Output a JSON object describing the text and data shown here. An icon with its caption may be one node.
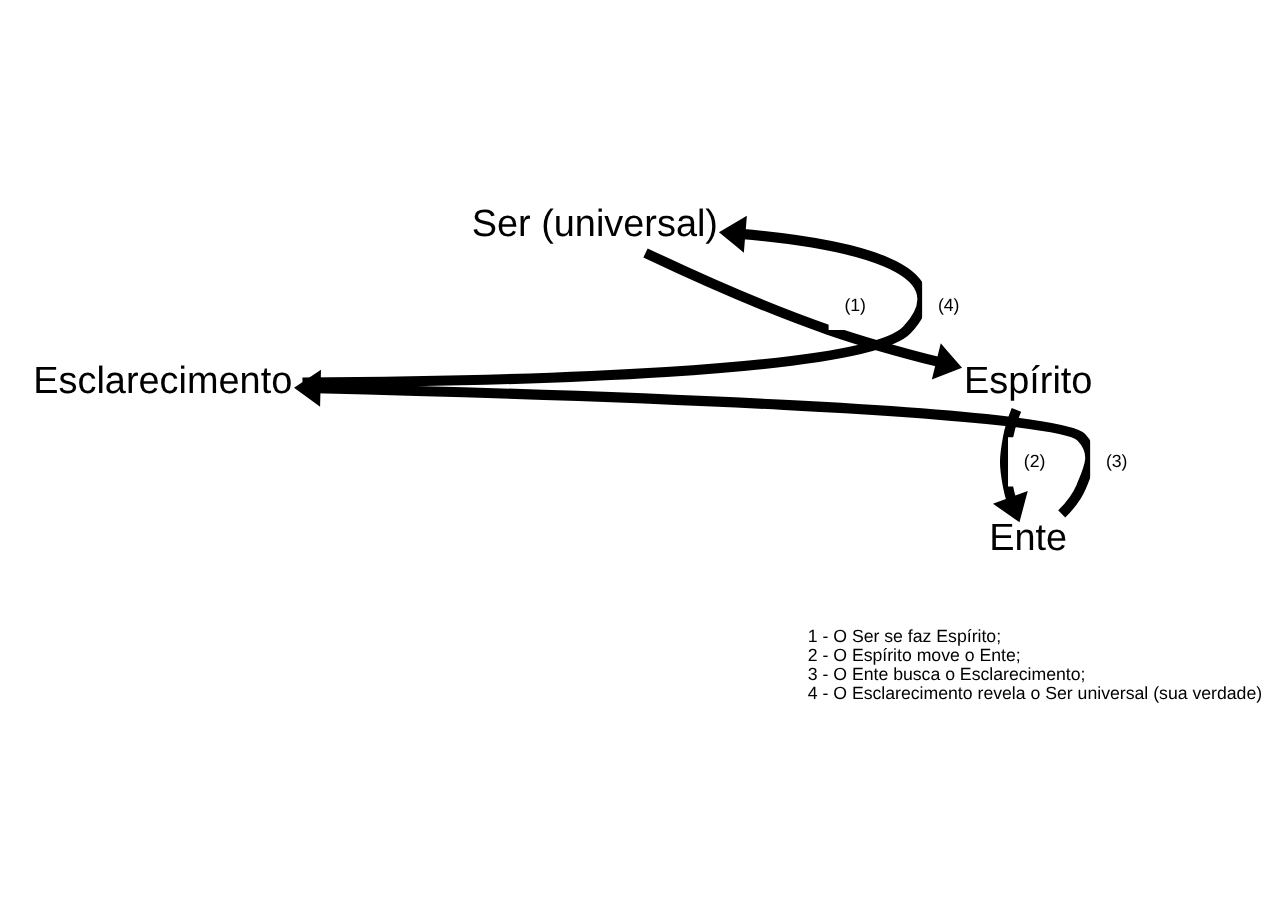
{
  "diagram": {
    "nodes": [
      {
        "text": [
          "Ser (universal)"
        ]
      },
      {
        "text": [
          "Espírito"
        ]
      },
      {
        "text": [
          "Ente"
        ]
      },
      {
        "text": [
          "Esclarecimento"
        ]
      }
    ],
    "edges": [
      {
        "from": 0,
        "to": 1,
        "arrow": "to",
        "label": "(1)"
      },
      {
        "from": 1,
        "to": 2,
        "arrow": "to",
        "label": "(2)"
      },
      {
        "from": 2,
        "to": 3,
        "arrow": "to",
        "label": "(3)"
      },
      {
        "from": 3,
        "to": 0,
        "arrow": "to",
        "label": "(4)"
      }
    ],
    "labels": [
      "1 - O Ser se faz Espírito;",
      "2 - O Espírito move o Ente;",
      "3 - O Ente busca o Esclarecimento;",
      "4 - O Esclarecimento revela o Ser universal (sua verdade)"
    ]
  }
}
